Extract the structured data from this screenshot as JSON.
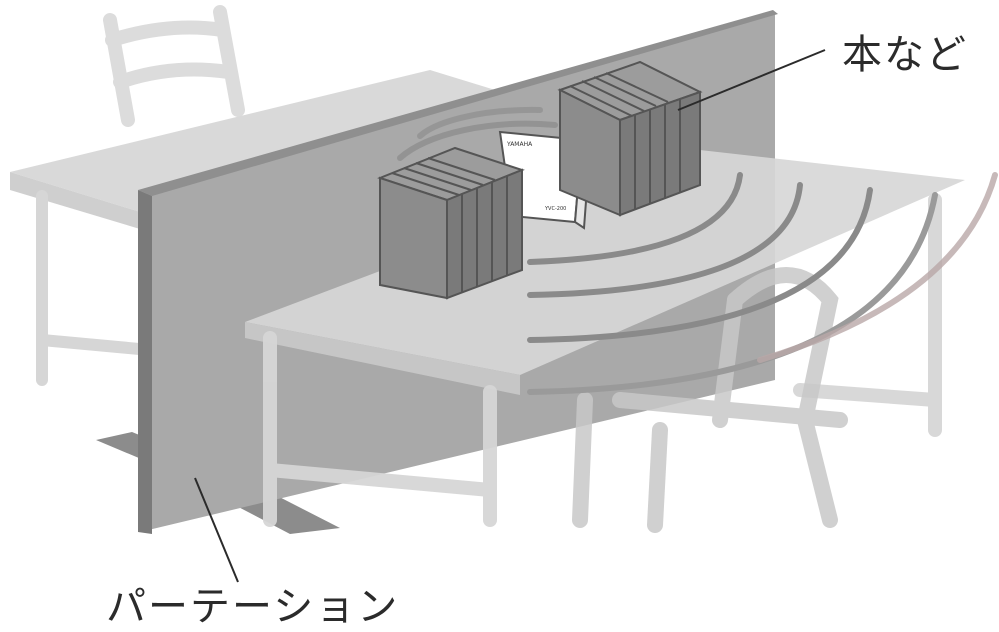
{
  "labels": {
    "books": "本など",
    "partition": "パーテーション"
  },
  "device": {
    "brand": "YAMAHA",
    "model": "YVC-200"
  },
  "colors": {
    "background": "#ffffff",
    "furniture": "#d9d9d9",
    "furniture_dark": "#c4c4c4",
    "partition_face": "#a8a8a8",
    "partition_edge": "#7a7a7a",
    "books_body": "#8c8c8c",
    "books_spine": "#6e6e6e",
    "wave": "#8a8a8a",
    "device": "#ffffff",
    "leader_line": "#2b2b2b"
  },
  "icons": [
    "speakerphone-icon",
    "book-stack-icon",
    "sound-wave-icon"
  ]
}
